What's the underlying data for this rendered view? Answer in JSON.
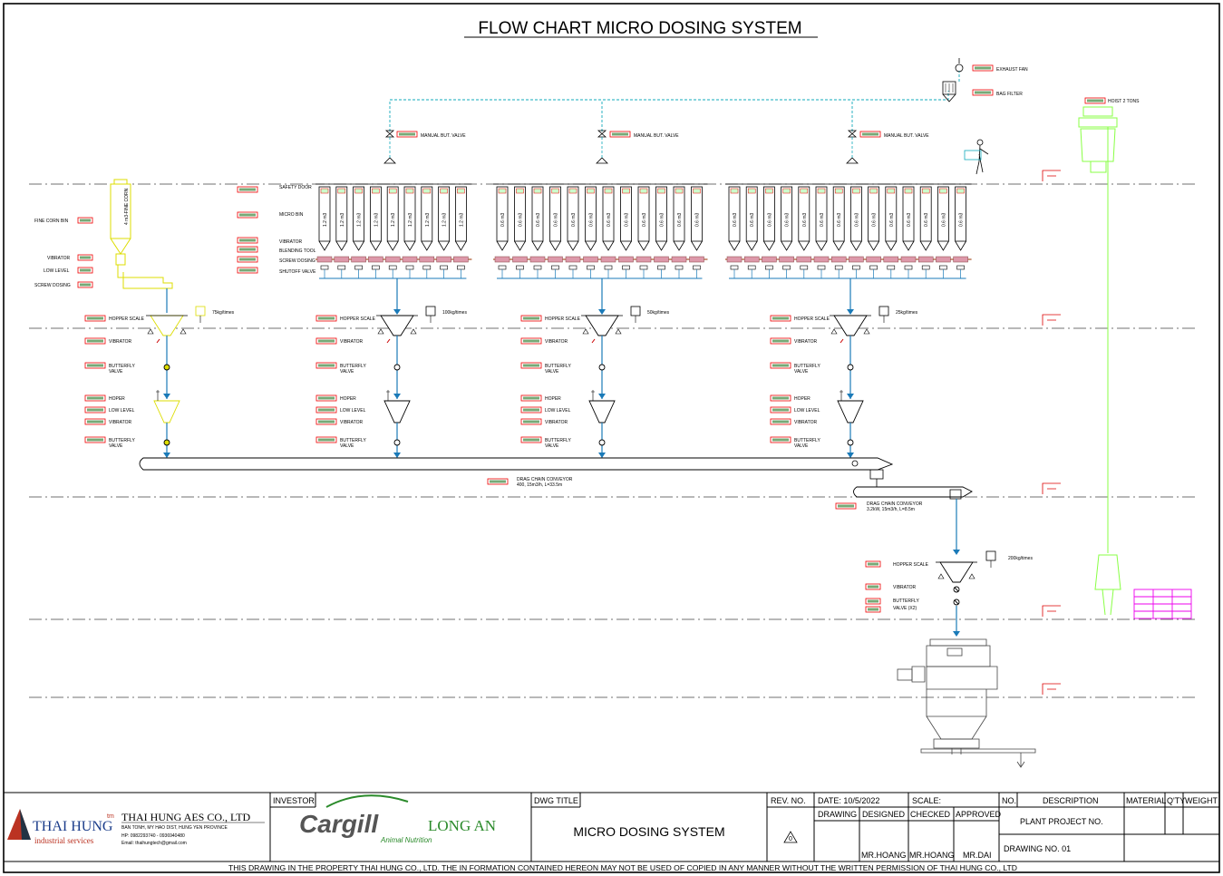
{
  "title": "FLOW CHART MICRO DOSING SYSTEM",
  "top": {
    "exhaust_fan": "EXHAUST FAN",
    "bag_filter": "BAG FILTER",
    "manual_valve": "MANUAL BUT. VALVE",
    "hoist": "HOIST 2 TONS",
    "safety_door": "SAFETY DOOR",
    "micro_bin": "MICRO BIN",
    "vibrator": "VIBRATOR",
    "blending_tool": "BLENDING TOOL",
    "screw_dosing": "SCREW DOSING",
    "shutoff_valve": "SHUTOFF VALVE"
  },
  "left_unit": {
    "bin": "4 m3-FINE CORN",
    "fine_corn_bin": "FINE CORN BIN",
    "vibrator": "VIBRATOR",
    "low_level": "LOW LEVEL",
    "screw_dosing": "SCREW DOSING",
    "capacity": "75kg/times"
  },
  "common": {
    "hopper_scale": "HOPPER SCALE",
    "vibrator": "VIBRATOR",
    "butterfly": "BUTTERFLY",
    "valve": "VALVE",
    "hoper": "HOPER",
    "low_level": "LOW LEVEL"
  },
  "capacities": [
    "100kg/times",
    "50kg/times",
    "25kg/times"
  ],
  "bin_groups": [
    {
      "label": "1.2 m3",
      "count": 9
    },
    {
      "label": "0.6 m3",
      "count": 12
    },
    {
      "label": "0.6 m3",
      "count": 14
    }
  ],
  "conveyor1": {
    "name": "DRAG CHAIN CONVEYOR",
    "spec": "400, 15m3/h, L=33.5m"
  },
  "conveyor2": {
    "name": "DRAG CHAIN CONVEYOR",
    "spec": "3.2kW, 15m3/h, L=8.5m"
  },
  "final": {
    "hopper_scale": "HOPPER SCALE",
    "capacity": "200kg/times",
    "vibrator": "VIBRATOR",
    "butterfly": "BUTTERFLY",
    "valve": "VALVE (X2)"
  },
  "titleblock": {
    "company_logo": "THAI HUNG",
    "tm": "tm",
    "company_sub": "industrial services",
    "company_name": "THAI HUNG AES CO., LTD",
    "address": "BAN TONH, MY HAO DIST, HUNG YEN PROVINCE",
    "phone": "HP: 0982293740 - 0936940480",
    "email": "Email: thaihungtech@gmail.com",
    "investor_label": "INVESTOR",
    "investor_logo": "Cargill",
    "investor_site": "LONG AN",
    "investor_sub": "Animal Nutrition",
    "dwg_title_label": "DWG TITLE",
    "dwg_title": "MICRO DOSING SYSTEM",
    "rev_no": "REV. NO.",
    "date": "DATE: 10/5/2022",
    "scale": "SCALE:",
    "drawing": "DRAWING",
    "designed": "DESIGNED",
    "checked": "CHECKED",
    "approved": "APPROVED",
    "rev_mark": "0",
    "designer": "MR.HOANG",
    "checker": "MR.HOANG",
    "approver": "MR.DAI",
    "no": "NO.",
    "description": "DESCRIPTION",
    "material": "MATERIAL",
    "qty": "Q'TY",
    "weight": "WEIGHT",
    "plant_project": "PLANT PROJECT NO.",
    "drawing_no": "DRAWING NO. 01",
    "footer": "THIS DRAWING IN THE PROPERTY THAI HUNG CO., LTD. THE IN FORMATION CONTAINED HEREON MAY NOT BE USED OF COPIED IN ANY MANNER WITHOUT THE WRITTEN PERMISSION OF THAI HUNG CO., LTD"
  }
}
